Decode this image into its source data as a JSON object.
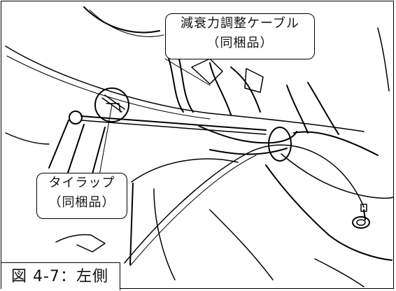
{
  "callouts": {
    "cable": {
      "line1": "減衰力調整ケーブル",
      "line2": "（同梱品）"
    },
    "tie": {
      "line1": "タイラップ",
      "line2": "（同梱品）"
    }
  },
  "figure": {
    "number": "図 4-7",
    "separator": "：",
    "caption": "左側"
  }
}
